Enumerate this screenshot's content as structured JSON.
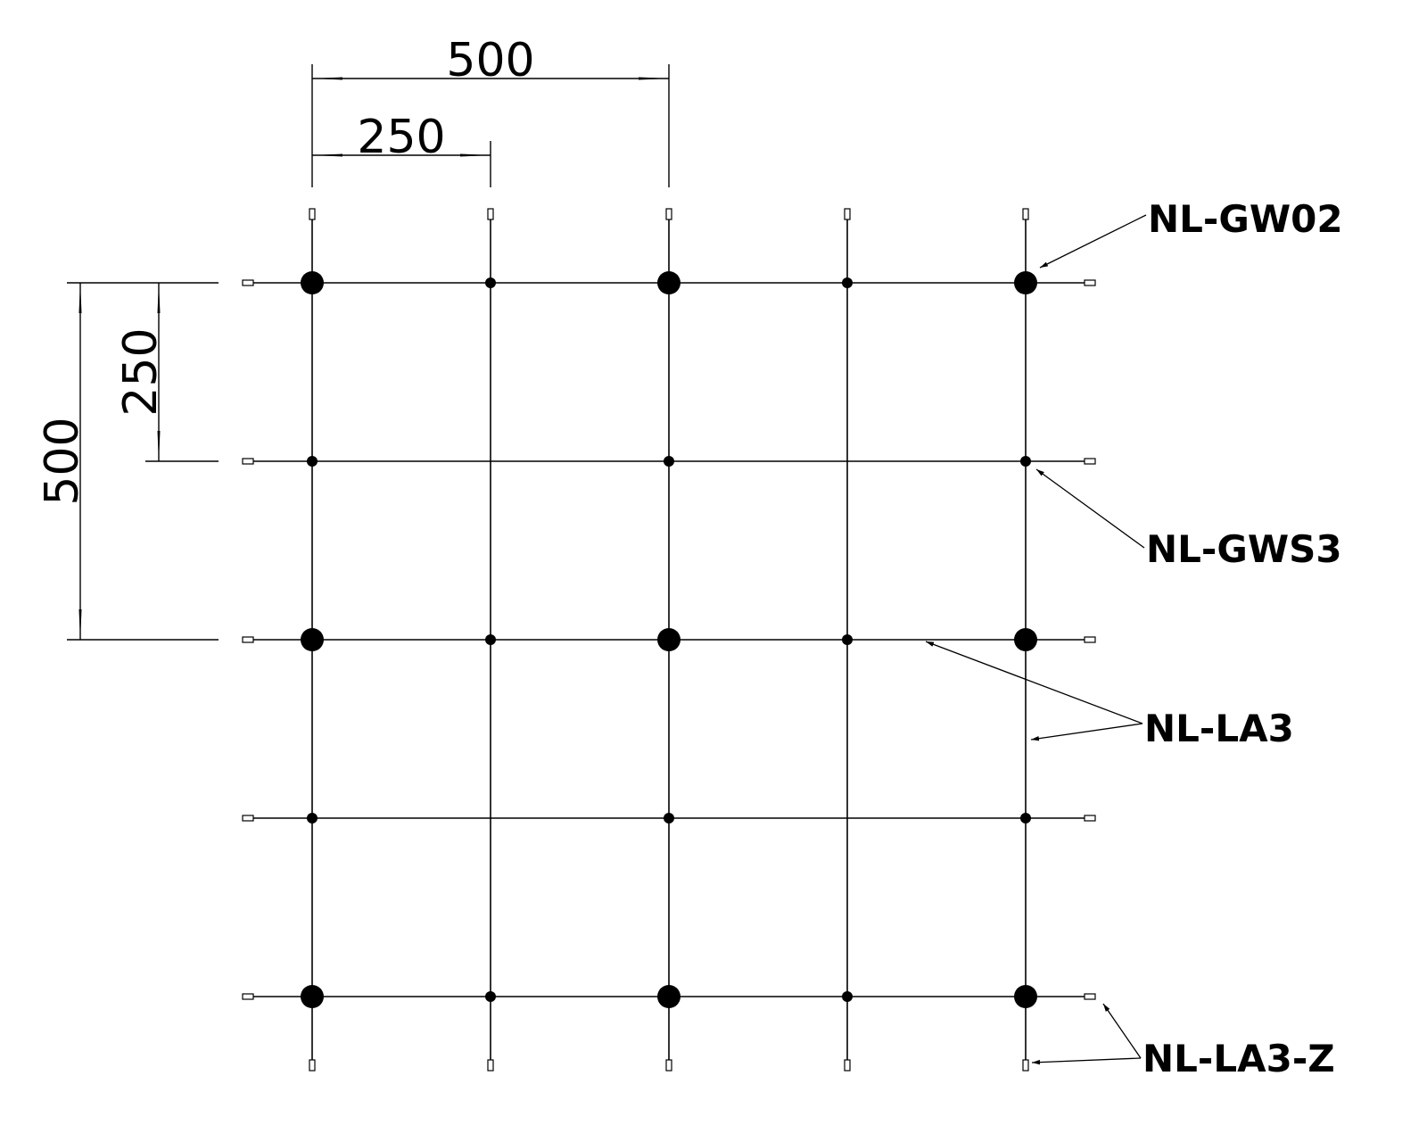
{
  "grid": {
    "columns": 5,
    "rows": 5,
    "spacing": 250
  },
  "dimensions": {
    "top_outer": "500",
    "top_inner": "250",
    "left_outer": "500",
    "left_inner": "250"
  },
  "labels": {
    "gw02": "NL-GW02",
    "gws3": "NL-GWS3",
    "la3": "NL-LA3",
    "la3z": "NL-LA3-Z"
  },
  "nodes": {
    "large_node_rows": [
      0,
      2,
      4
    ],
    "large_node_cols": [
      0,
      2,
      4
    ]
  }
}
